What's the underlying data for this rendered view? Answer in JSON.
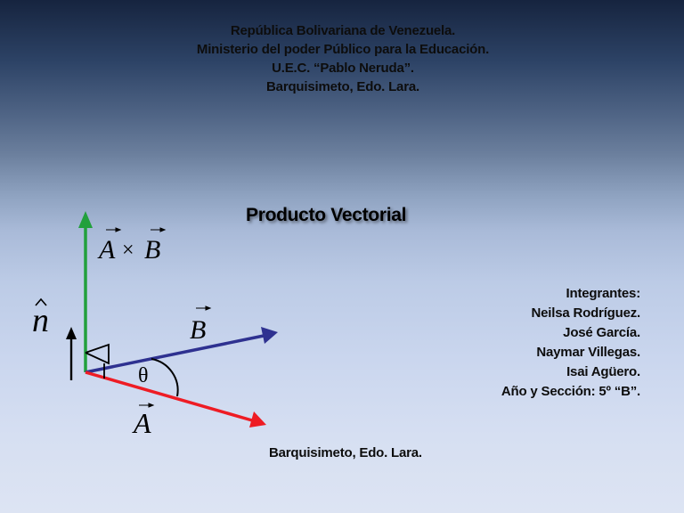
{
  "header": {
    "lines": [
      "República Bolivariana de Venezuela.",
      "Ministerio del poder Público para la Educación.",
      "U.E.C. “Pablo Neruda”.",
      "Barquisimeto, Edo. Lara."
    ]
  },
  "title": "Producto Vectorial",
  "diagram": {
    "labels": {
      "cross_product": "A × B",
      "cross_A": "A",
      "cross_times": "×",
      "cross_B": "B",
      "unit_normal": "n",
      "vector_B": "B",
      "vector_A": "A",
      "angle": "θ"
    },
    "colors": {
      "cross_product_vector": "#22a03c",
      "vector_B": "#2e3190",
      "vector_A": "#ee1c24",
      "normal": "#000000"
    }
  },
  "members": {
    "heading": "Integrantes:",
    "names": [
      "Neilsa Rodríguez.",
      "José García.",
      "Naymar Villegas.",
      "Isai Agüero."
    ],
    "section": "Año y Sección: 5º “B”."
  },
  "footer": "Barquisimeto, Edo. Lara."
}
